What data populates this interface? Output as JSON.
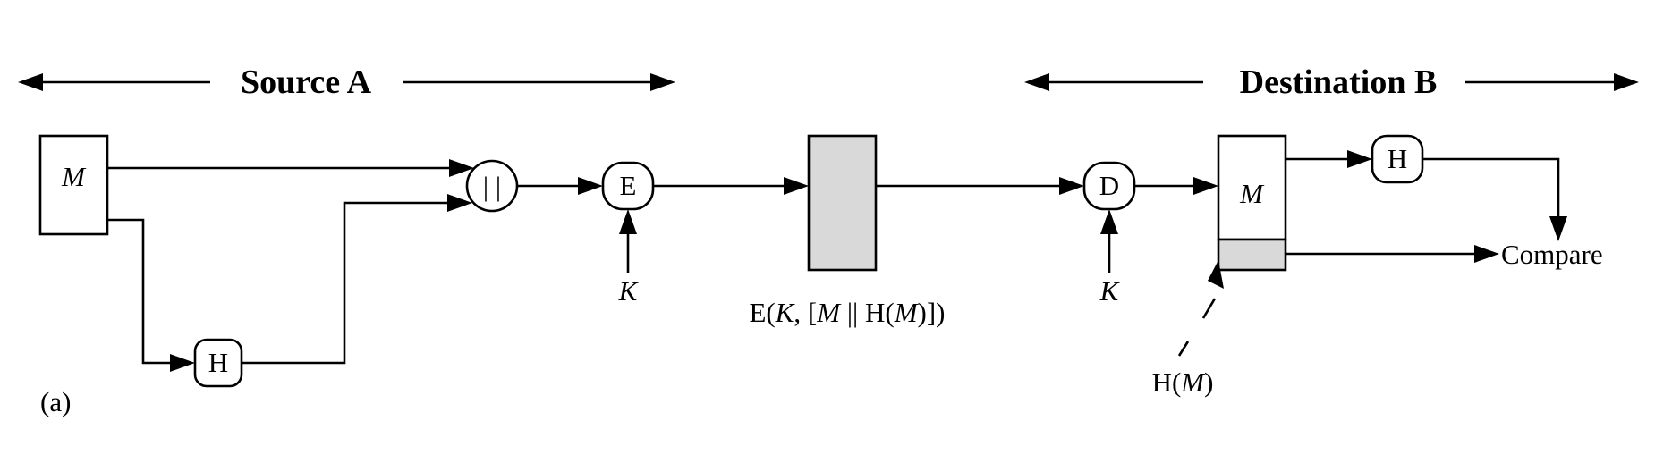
{
  "panel_label": "(a)",
  "source_label": "Source A",
  "destination_label": "Destination B",
  "message": "M",
  "concat_symbol": "| |",
  "hash_label": "H",
  "encrypt_label": "E",
  "decrypt_label": "D",
  "key_label": "K",
  "ciphertext_label": {
    "prefix": "E(",
    "k": "K",
    "mid1": ", [",
    "m": "M",
    "mid2": " || H(",
    "m2": "M",
    "suffix": ")])"
  },
  "hash_value_label": {
    "prefix": "H(",
    "m": "M",
    "suffix": ")"
  },
  "compare_label": "Compare",
  "colors": {
    "line": "#000000",
    "shaded": "#d9d9d9",
    "background": "#ffffff"
  }
}
